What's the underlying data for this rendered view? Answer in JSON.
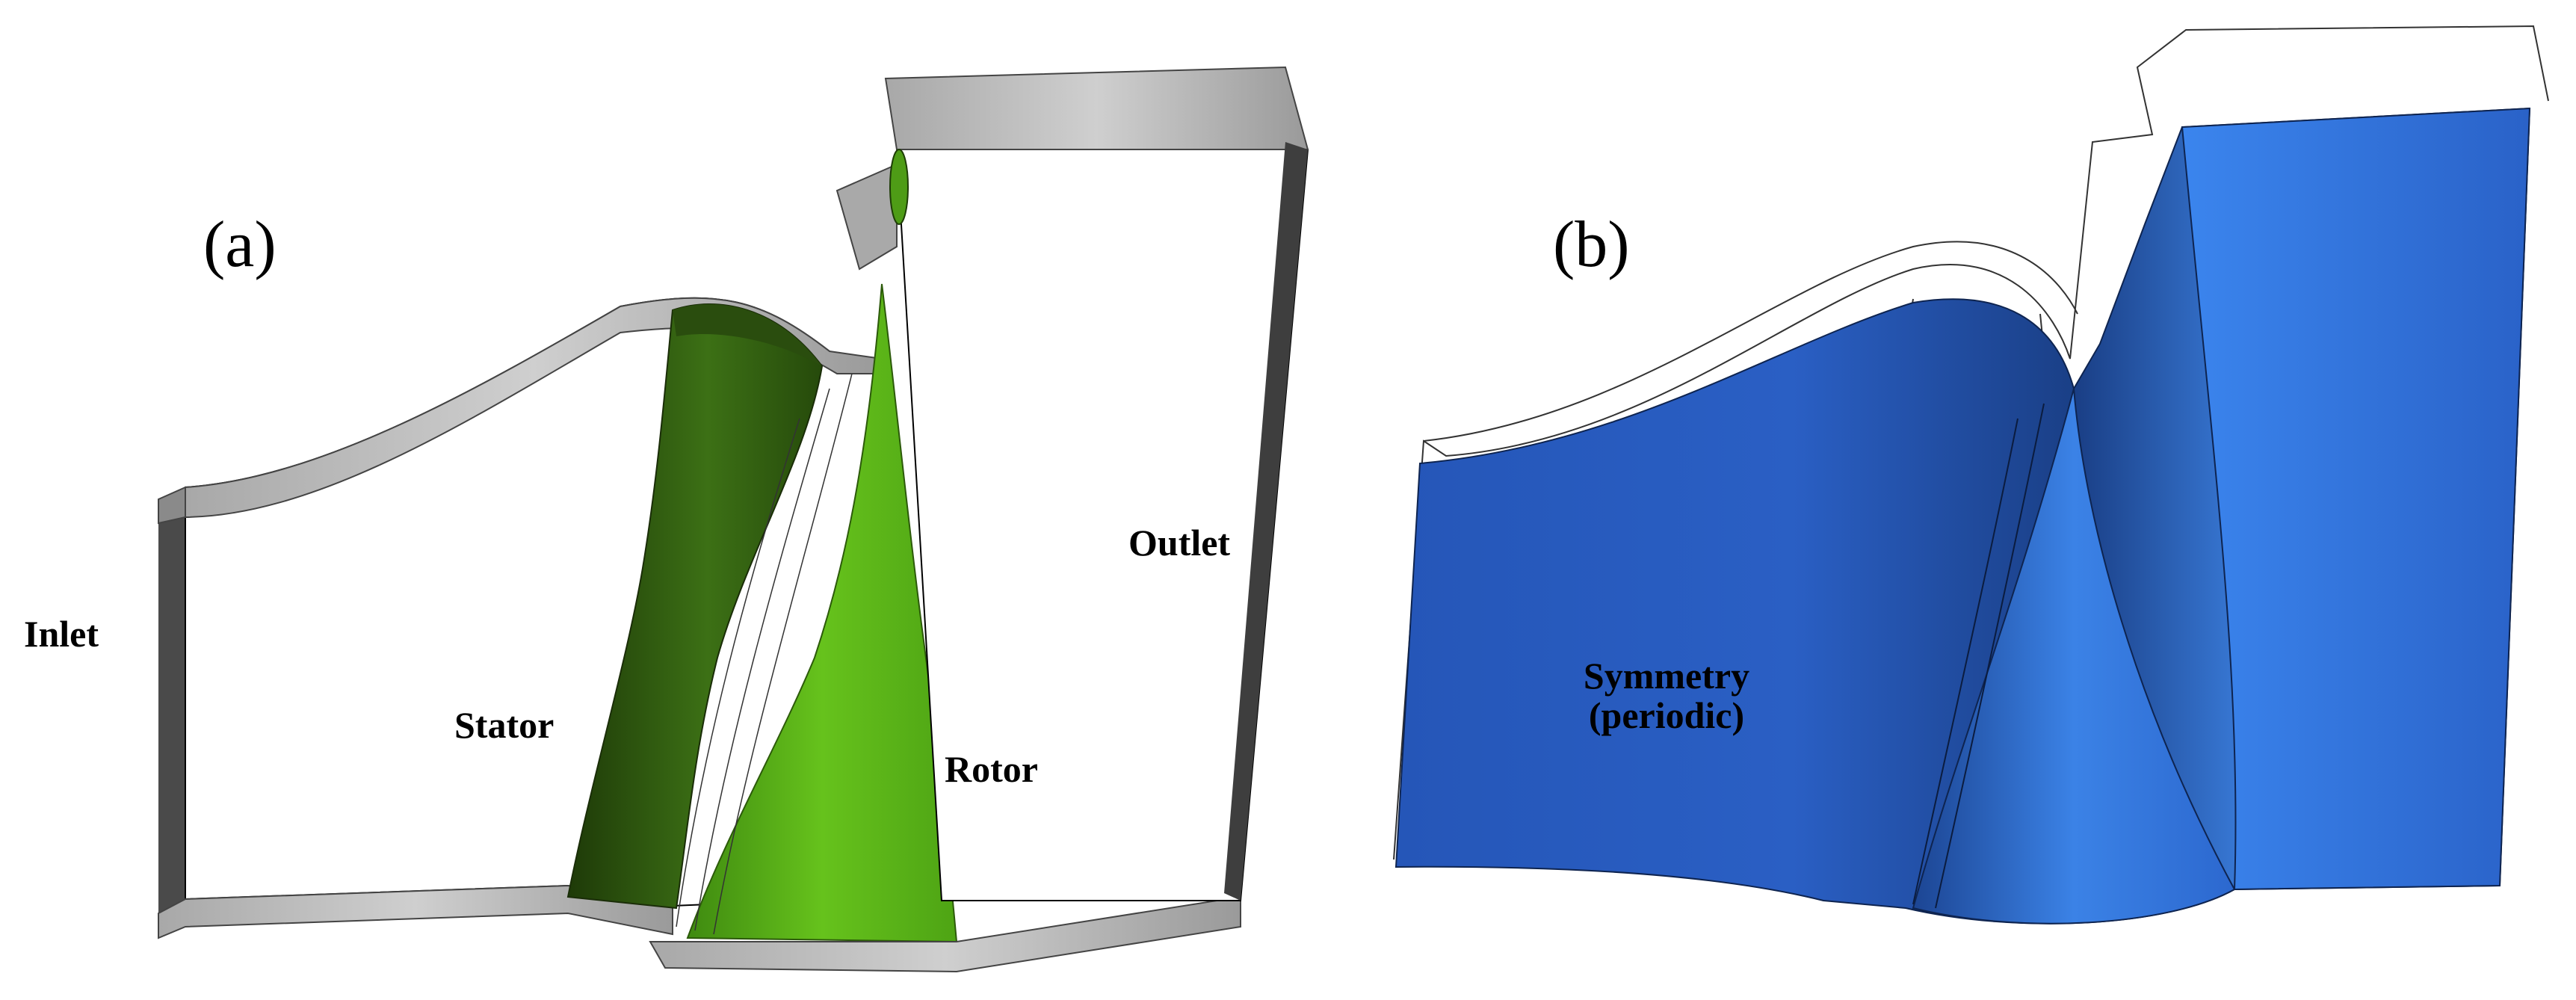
{
  "panel_a": {
    "label": "(a)",
    "inlet_label": "Inlet",
    "stator_label": "Stator",
    "rotor_label": "Rotor",
    "outlet_label": "Outlet",
    "stator_color": "#2f5a10",
    "rotor_color": "#5cb818",
    "wall_color": "#b9b9b9"
  },
  "panel_b": {
    "label": "(b)",
    "symmetry_line1": "Symmetry",
    "symmetry_line2": "(periodic)",
    "surface_color": "#2e6bd0",
    "surface_dark_color": "#17346b"
  }
}
